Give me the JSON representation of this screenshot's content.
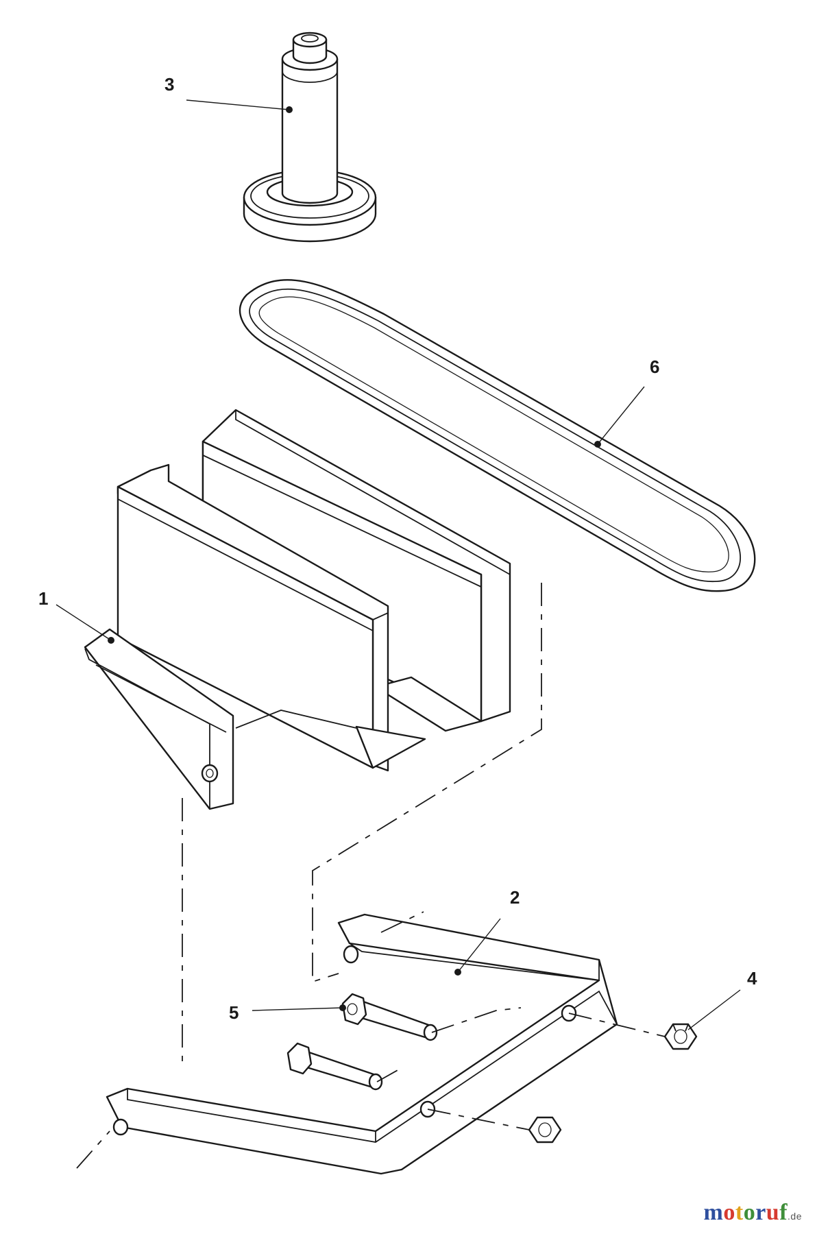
{
  "callouts": {
    "c1": "1",
    "c2": "2",
    "c3": "3",
    "c4": "4",
    "c5": "5",
    "c6": "6"
  },
  "watermark": {
    "letters": [
      "m",
      "o",
      "t",
      "o",
      "r",
      "u",
      "f"
    ],
    "letter_colors": [
      "#2e4f9e",
      "#d63a2f",
      "#e2a21c",
      "#3f8f3a",
      "#2e4f9e",
      "#d63a2f",
      "#3f8f3a"
    ],
    "suffix": ".de"
  },
  "colors": {
    "line": "#1a1a1a",
    "background": "#ffffff"
  }
}
